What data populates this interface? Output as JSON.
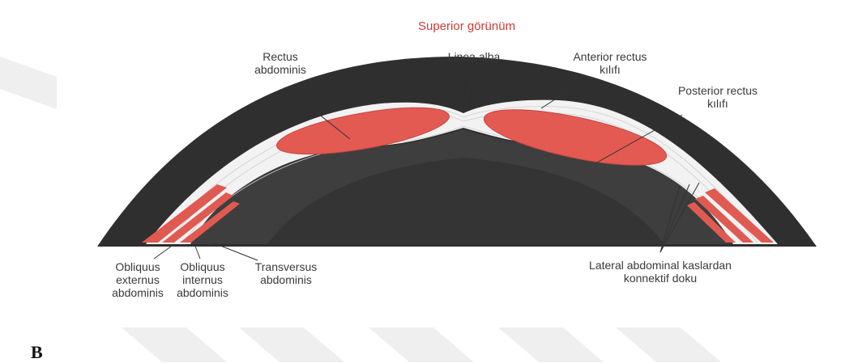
{
  "title": "Superior görünüm",
  "labels": {
    "rectus_abdominis": "Rectus\nabdominis",
    "linea_alba": "Linea alba",
    "anterior_rectus_sheath": "Anterior rectus\nkılıfı",
    "posterior_rectus_sheath": "Posterior rectus\nkılıfı",
    "obliquus_externus": "Obliquus\nexternus\nabdominis",
    "obliquus_internus": "Obliquus\ninternus\nabdominis",
    "transversus": "Transversus\nabdominis",
    "lateral_connective": "Lateral abdominal kaslardan\nkonnektif doku"
  },
  "figure_letter": "B",
  "colors": {
    "title": "#d03a37",
    "body_wall": "#2e2e2e",
    "cavity": "#3c3c3c",
    "muscle": "#e2574f",
    "fascia": "#f4f4f4",
    "watermark": "#ececec"
  }
}
